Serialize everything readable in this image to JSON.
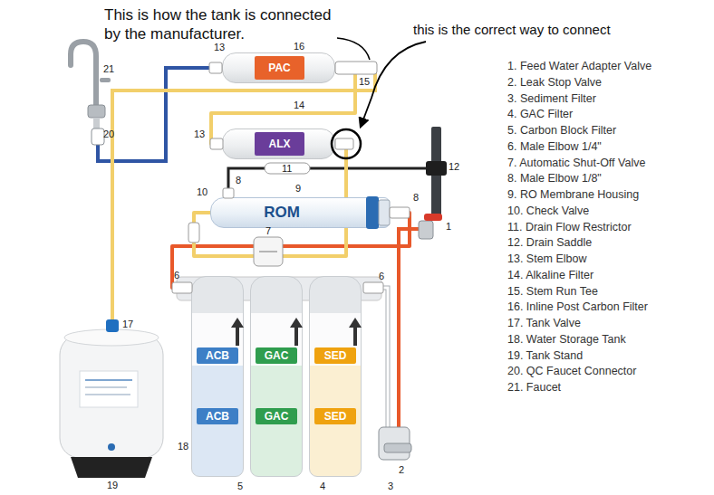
{
  "diagram": {
    "nodes": [
      {
        "text": [
          "PAC"
        ]
      },
      {
        "text": [
          "ALX"
        ]
      },
      {
        "text": [
          "ROM"
        ]
      },
      {
        "text": [
          "ACB",
          "ACB"
        ]
      },
      {
        "text": [
          "GAC",
          "GAC"
        ]
      },
      {
        "text": [
          "SED",
          "SED"
        ]
      }
    ],
    "edges": [
      {
        "from": 3,
        "to": 2,
        "arrow": "none"
      },
      {
        "from": 2,
        "to": 1,
        "arrow": "none"
      },
      {
        "from": 1,
        "to": 0,
        "arrow": "none"
      }
    ],
    "labels": [
      "This is how the tank is connected by the manufacturer.",
      "this is the correct way to connect",
      "21",
      "20",
      "13",
      "16",
      "15",
      "13",
      "14",
      "11",
      "12",
      "10",
      "8",
      "9",
      "8",
      "7",
      "6",
      "6",
      "1",
      "2",
      "17",
      "18",
      "19",
      "5",
      "4",
      "3",
      "1. Feed Water Adapter Valve",
      "2. Leak Stop Valve",
      "3. Sediment Filter",
      "4. GAC Filter",
      "5. Carbon Block Filter",
      "6. Male Elbow 1/4\"",
      "7. Automatic Shut-Off Valve",
      "8. Male Elbow 1/8\"",
      "9. RO Membrane Housing",
      "10. Check Valve",
      "11. Drain Flow Restrictor",
      "12. Drain Saddle",
      "13. Stem Elbow",
      "14. Alkaline Filter",
      "15. Stem Run Tee",
      "16. Inline Post Carbon Filter",
      "17. Tank Valve",
      "18. Water Storage Tank",
      "19. Tank Stand",
      "20. QC Faucet Connector",
      "21. Faucet"
    ]
  }
}
